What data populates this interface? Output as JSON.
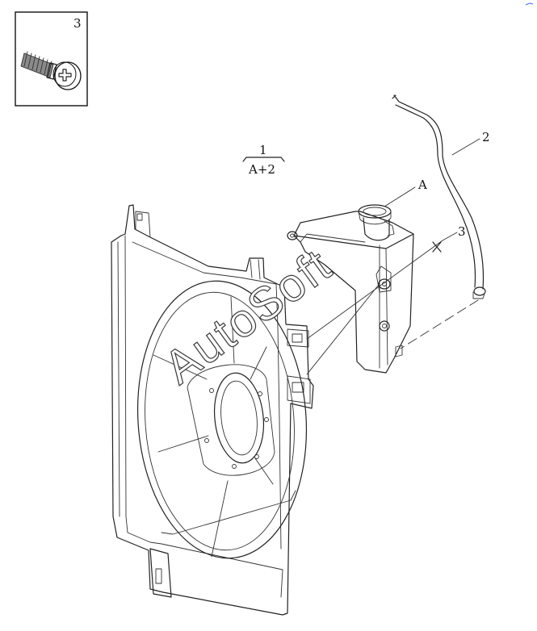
{
  "callouts": {
    "inset_number": "3",
    "assembly_number": "1",
    "assembly_parts": "A+2",
    "hose_number": "2",
    "cap_label": "A",
    "screw_number": "3"
  },
  "watermark": "AutoSoft"
}
